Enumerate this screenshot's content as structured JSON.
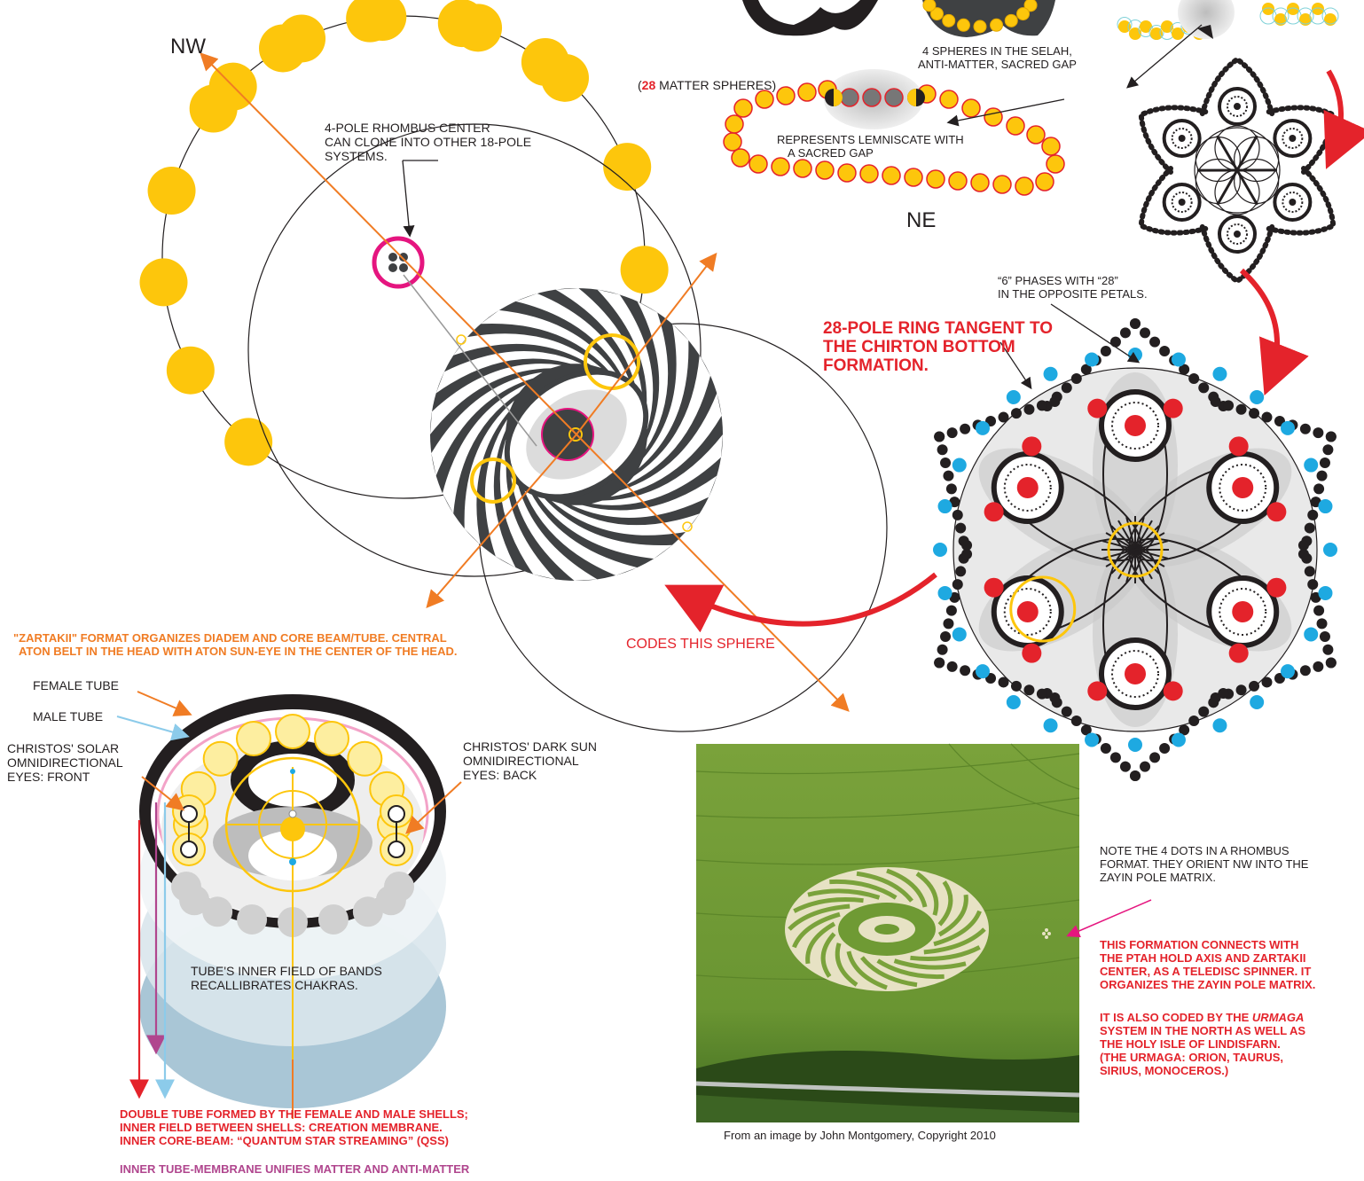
{
  "directions": {
    "nw": "NW",
    "ne": "NE"
  },
  "labels": {
    "rhombus_center": [
      "4-POLE RHOMBUS CENTER",
      "CAN CLONE INTO OTHER 18-POLE",
      "SYSTEMS."
    ],
    "selah": [
      "4 SPHERES IN THE SELAH,",
      "ANTI-MATTER, SACRED GAP"
    ],
    "matter_prefix": "(",
    "matter_number": "28",
    "matter_suffix": " MATTER SPHERES)",
    "lemniscate": [
      "REPRESENTS LEMNISCATE WITH",
      "A SACRED GAP"
    ],
    "phases": [
      "“6” PHASES WITH “28”",
      "IN THE OPPOSITE PETALS."
    ],
    "tangent": [
      "28-POLE RING TANGENT TO",
      "THE CHIRTON BOTTOM",
      "FORMATION."
    ],
    "codes_sphere": "CODES THIS SPHERE",
    "zartakii": [
      "\"ZARTAKII\" FORMAT ORGANIZES DIADEM AND CORE BEAM/TUBE. CENTRAL",
      "ATON BELT IN THE HEAD WITH ATON SUN-EYE IN THE CENTER OF THE HEAD."
    ],
    "female_tube": "FEMALE TUBE",
    "male_tube": "MALE TUBE",
    "solar_eyes": [
      "CHRISTOS' SOLAR",
      "OMNIDIRECTIONAL",
      "EYES: FRONT"
    ],
    "dark_sun_eyes": [
      "CHRISTOS' DARK SUN",
      "OMNIDIRECTIONAL",
      "EYES: BACK"
    ],
    "inner_field": [
      "TUBE'S INNER FIELD OF BANDS",
      "RECALLIBRATES CHAKRAS."
    ],
    "double_tube": [
      "DOUBLE TUBE FORMED BY THE FEMALE AND MALE SHELLS;",
      "INNER FIELD BETWEEN SHELLS: CREATION MEMBRANE.",
      "INNER CORE-BEAM: “QUANTUM STAR STREAMING” (QSS)"
    ],
    "inner_membrane": "INNER TUBE-MEMBRANE UNIFIES MATTER AND ANTI-MATTER",
    "note_dots": [
      "NOTE THE 4 DOTS IN A  RHOMBUS",
      "FORMAT. THEY ORIENT NW INTO THE",
      "ZAYIN POLE MATRIX."
    ],
    "formation_connects": [
      "THIS FORMATION CONNECTS WITH",
      "THE PTAH HOLD AXIS AND ZARTAKII",
      "CENTER, AS A TELEDISC SPINNER. IT",
      "ORGANIZES THE ZAYIN POLE MATRIX."
    ],
    "urmaga_1": "IT IS ALSO CODED BY THE ",
    "urmaga_italic": "URMAGA",
    "urmaga_rest": [
      "SYSTEM IN THE NORTH AS WELL AS",
      "THE HOLY ISLE OF LINDISFARN.",
      "(THE URMAGA: ORION, TAURUS,",
      "SIRIUS, MONOCEROS.)"
    ],
    "credit": "From an image by John Montgomery, Copyright 2010"
  },
  "colors": {
    "gold": "#fdc60c",
    "red": "#e4232b",
    "orange": "#f07c24",
    "blue": "#1ea9e1",
    "purple": "#b0468e",
    "magenta": "#e5157f",
    "dark": "#3f4143",
    "field": "#6f9a34"
  },
  "icons": [
    "arrow-icon",
    "sphere-icon",
    "eye-icon"
  ]
}
